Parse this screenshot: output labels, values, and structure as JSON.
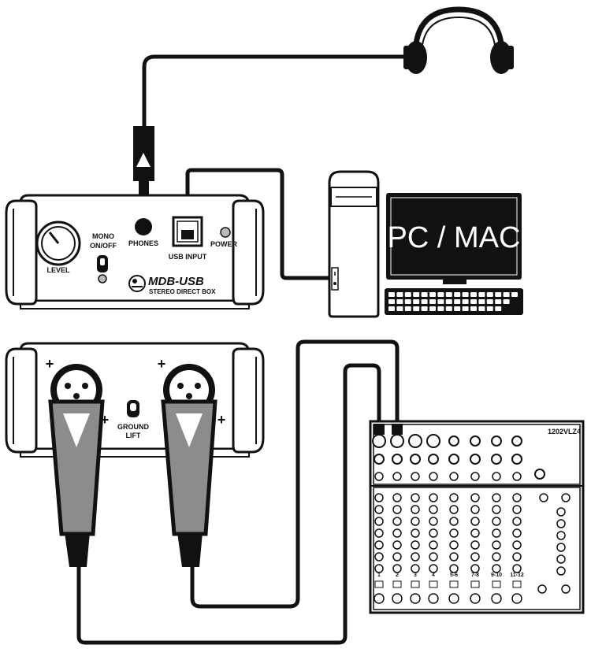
{
  "colors": {
    "line": "#111111",
    "device_fill": "#f2f2f2",
    "accent_dark": "#000000",
    "cable_grey": "#8c8c8c",
    "white": "#ffffff"
  },
  "direct_box_top": {
    "labels": {
      "level": "LEVEL",
      "mono_line1": "MONO",
      "mono_line2": "ON/OFF",
      "phones": "PHONES",
      "usb_input": "USB INPUT",
      "power": "POWER"
    },
    "logo_model": "MDB-USB",
    "logo_subtitle": "STEREO DIRECT BOX"
  },
  "direct_box_bottom": {
    "labels": {
      "ground_line1": "GROUND",
      "ground_line2": "LIFT"
    },
    "plus_marks": [
      "+",
      "+",
      "+",
      "+"
    ]
  },
  "computer": {
    "screen_text": "PC / MAC",
    "icons": [
      "tower-computer-icon",
      "monitor-icon",
      "keyboard-icon"
    ]
  },
  "mixer": {
    "model": "1202VLZ4",
    "channel_numbers": [
      "1",
      "2",
      "3",
      "4",
      "5-6",
      "7-8",
      "9-10",
      "11-12"
    ]
  },
  "headphones": {
    "icon": "headphones-icon"
  }
}
